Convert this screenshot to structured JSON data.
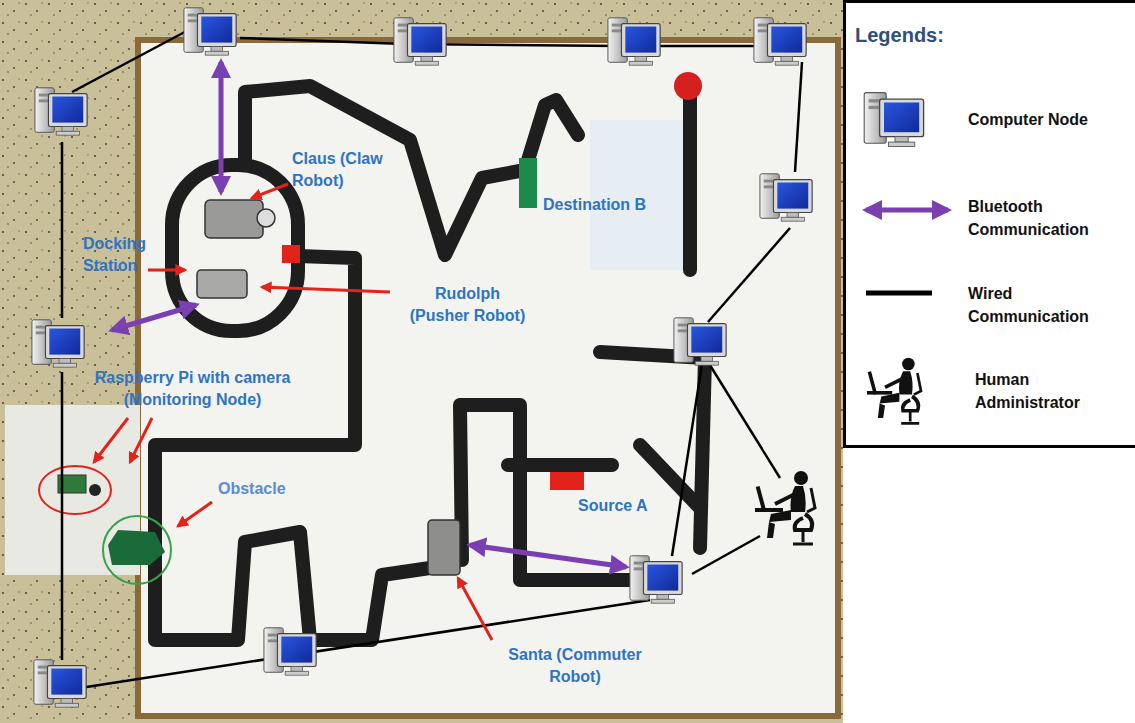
{
  "diagram": {
    "labels": [
      "Claus (Claw Robot)",
      "Docking Station",
      "Rudolph (Pusher Robot)",
      "Destination B",
      "Raspberry Pi with camera (Monitoring Node)",
      "Obstacle",
      "Source A",
      "Santa (Commuter Robot)",
      "Legends:"
    ],
    "legend": [
      {
        "text": "Computer Node"
      },
      {
        "text": "Bluetooth Communication"
      },
      {
        "text": "Wired Communication"
      },
      {
        "text": "Human Administrator"
      }
    ]
  }
}
